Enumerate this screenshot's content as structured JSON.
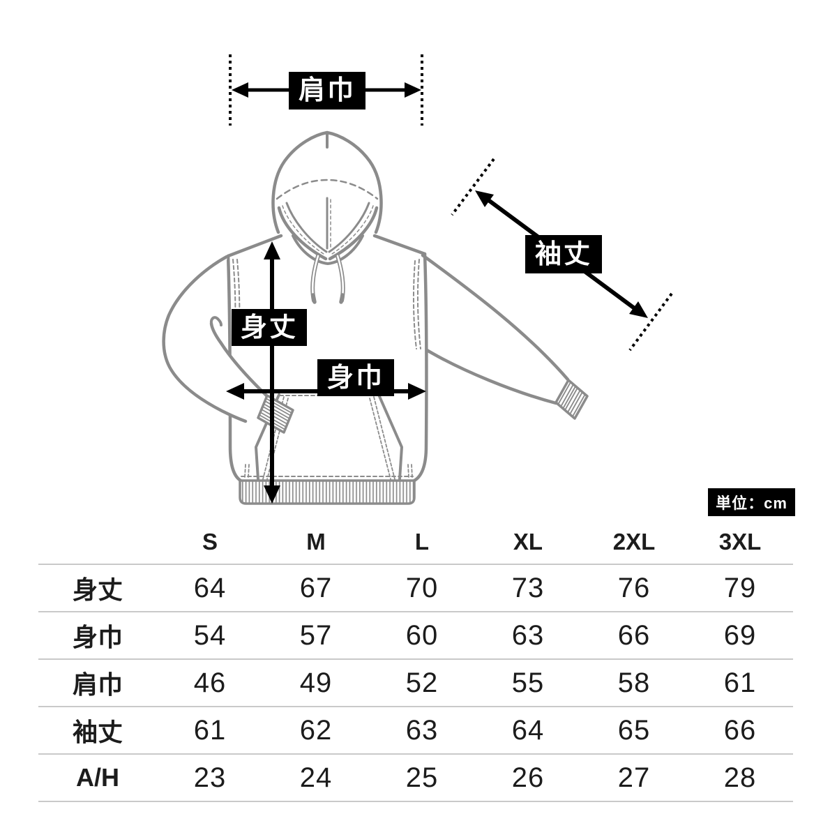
{
  "diagram": {
    "labels": {
      "shoulder_width": "肩巾",
      "sleeve_length": "袖丈",
      "body_length": "身丈",
      "body_width": "身巾"
    },
    "unit_badge": "単位：cm",
    "icons": [
      "hoodie-line-art",
      "double-headed-arrows",
      "dotted-guide-lines"
    ]
  },
  "size_table": {
    "headers": [
      "S",
      "M",
      "L",
      "XL",
      "2XL",
      "3XL"
    ],
    "rows": [
      {
        "label": "身丈",
        "values": [
          "64",
          "67",
          "70",
          "73",
          "76",
          "79"
        ]
      },
      {
        "label": "身巾",
        "values": [
          "54",
          "57",
          "60",
          "63",
          "66",
          "69"
        ]
      },
      {
        "label": "肩巾",
        "values": [
          "46",
          "49",
          "52",
          "55",
          "58",
          "61"
        ]
      },
      {
        "label": "袖丈",
        "values": [
          "61",
          "62",
          "63",
          "64",
          "65",
          "66"
        ]
      },
      {
        "label": "A/H",
        "values": [
          "23",
          "24",
          "25",
          "26",
          "27",
          "28"
        ]
      }
    ]
  },
  "colors": {
    "line_art_gray": "#8b8b8b",
    "measure_black": "#000000",
    "label_text": "#ffffff",
    "table_rule": "#c9c9c9",
    "table_text": "#1c1c1c",
    "background": "#ffffff"
  }
}
